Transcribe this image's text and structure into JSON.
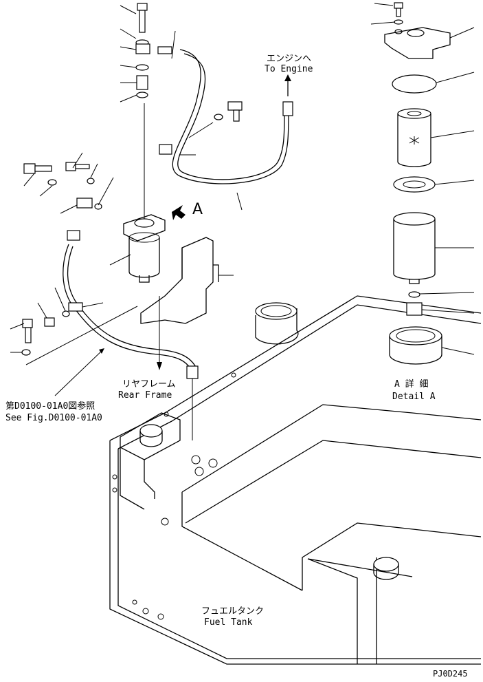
{
  "labels": {
    "to_engine_jp": "エンジンへ",
    "to_engine_en": "To Engine",
    "view_a": "A",
    "rear_frame_jp": "リヤフレーム",
    "rear_frame_en": "Rear Frame",
    "see_fig_jp": "第D0100-01A0図参照",
    "see_fig_en": "See Fig.D0100-01A0",
    "detail_a_jp": "A 詳 細",
    "detail_a_en": "Detail A",
    "fuel_tank_jp": "フュエルタンク",
    "fuel_tank_en": "Fuel Tank",
    "drawing_code": "PJ0D245"
  }
}
